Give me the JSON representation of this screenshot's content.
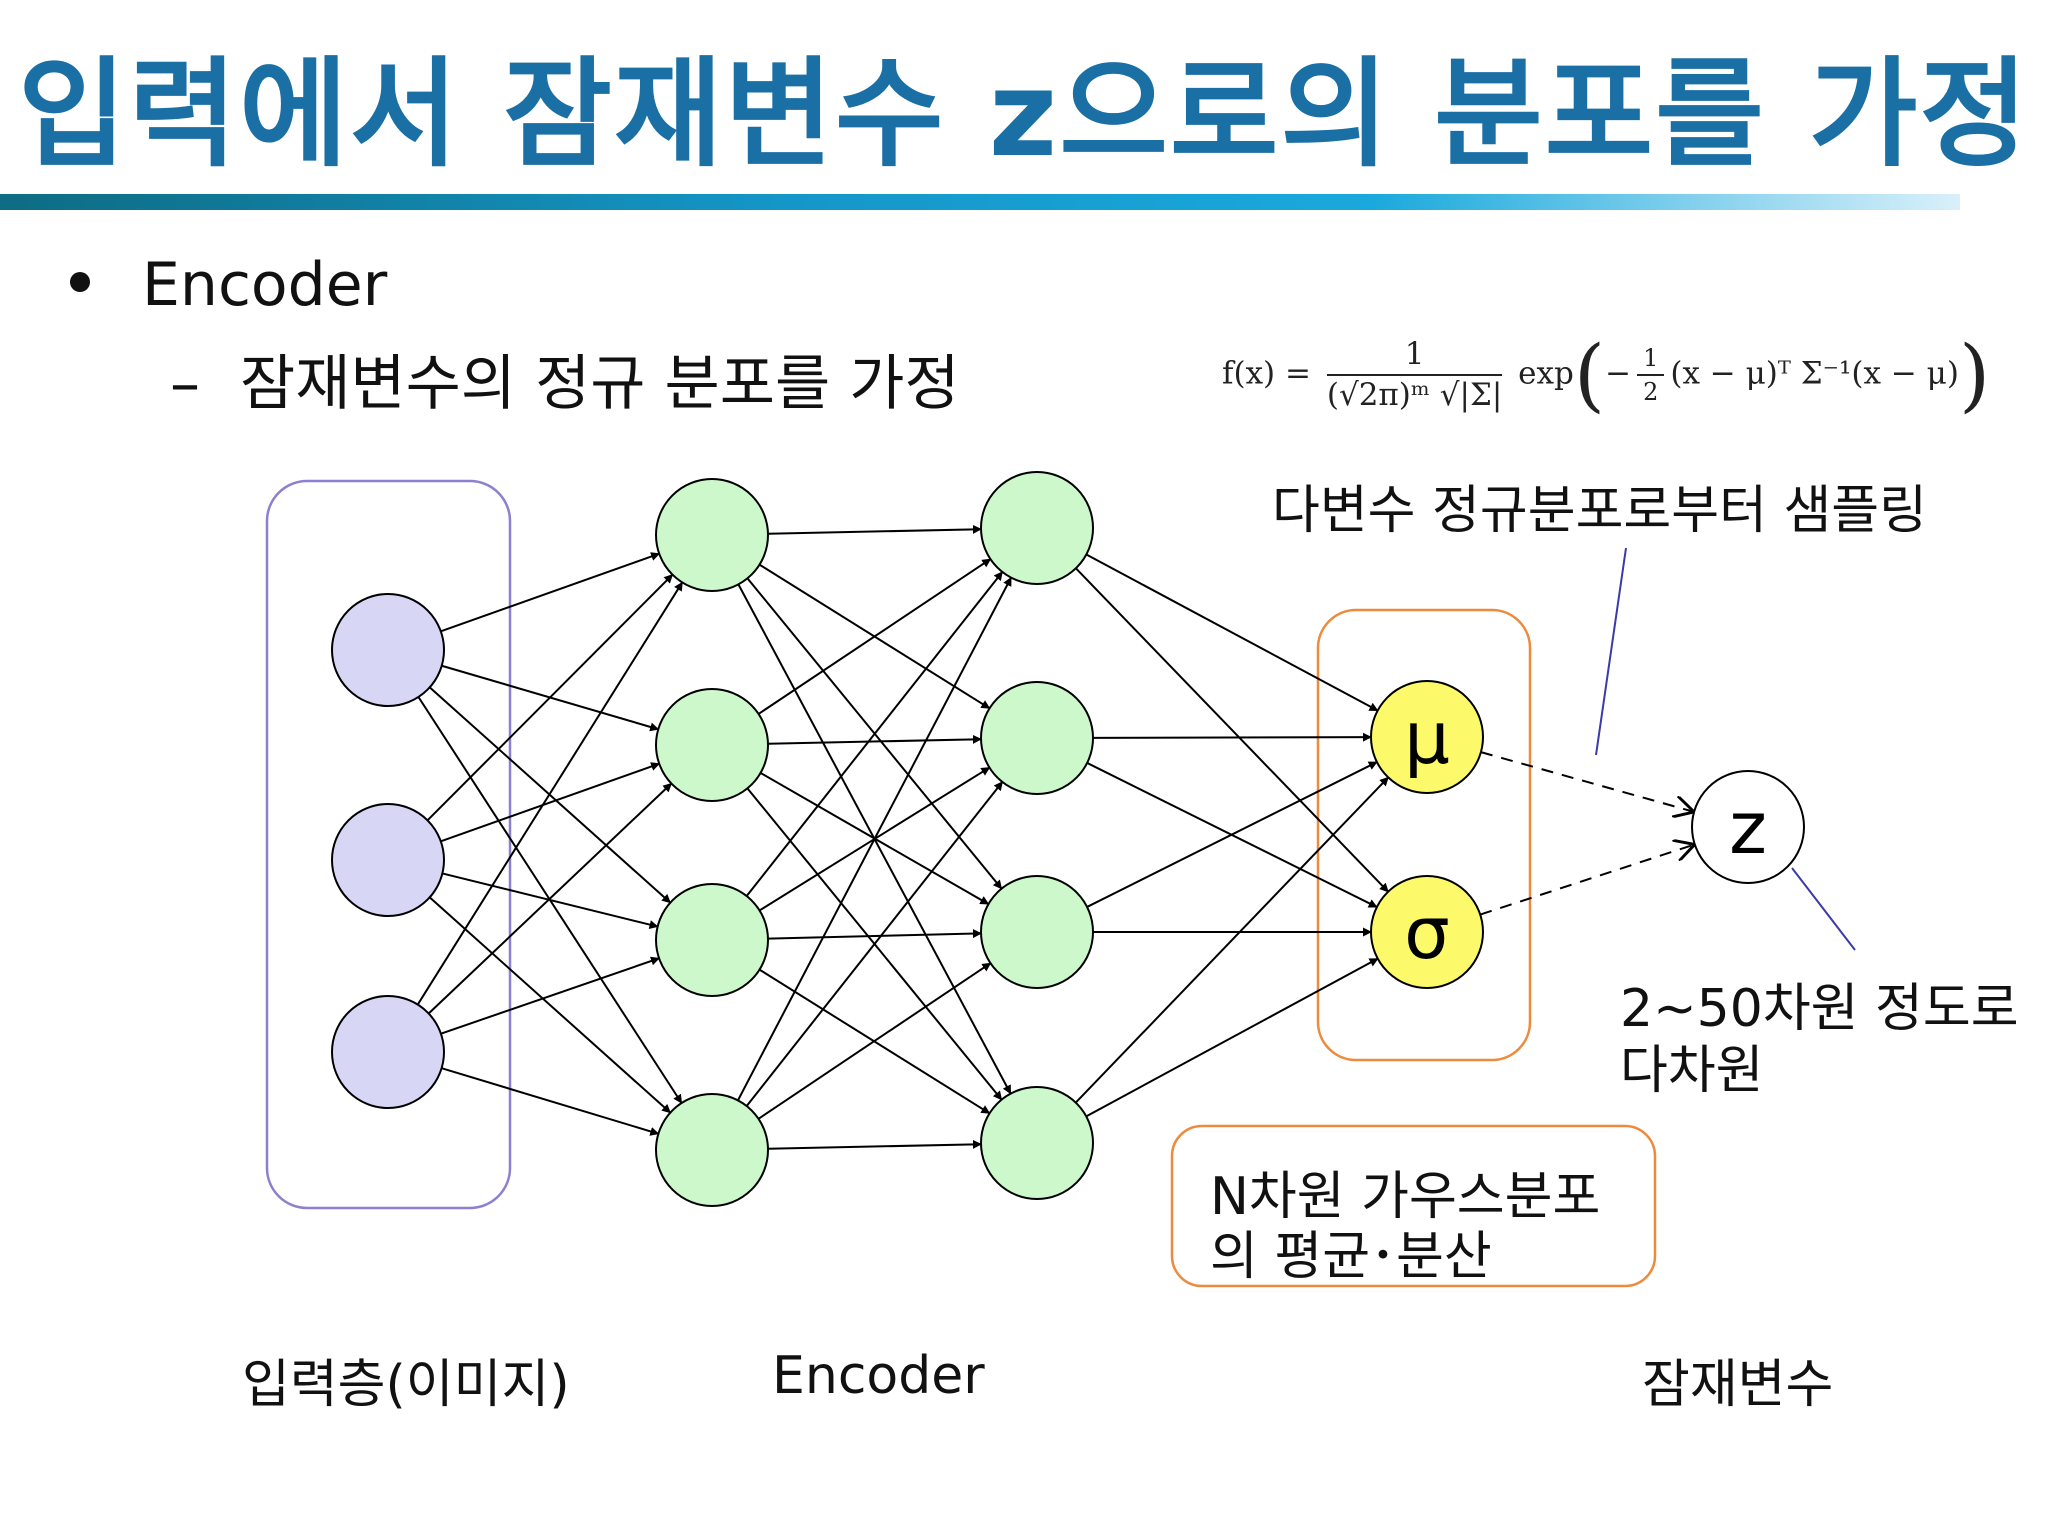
{
  "slide": {
    "title": "입력에서 잠재변수 z으로의 분포를 가정",
    "bullets": [
      {
        "text": "Encoder"
      },
      {
        "dash": "–",
        "text": "잠재변수의 정규 분포를 가정"
      }
    ]
  },
  "formula": {
    "lhs": "f(x) =",
    "numerator": "1",
    "denominator": "(√2π)ᵐ √|Σ|",
    "exp_word": "exp",
    "inner_sign": "−",
    "half_num": "1",
    "half_den": "2",
    "inner_rest": "(x − μ)ᵀ Σ⁻¹(x − μ)"
  },
  "diagram": {
    "input_nodes": [
      "",
      "",
      ""
    ],
    "hidden1_nodes": [
      "",
      "",
      "",
      ""
    ],
    "hidden2_nodes": [
      "",
      "",
      "",
      ""
    ],
    "mu_label": "μ",
    "sigma_label": "σ",
    "z_label": "z",
    "colors": {
      "input_node": "#d8d6f5",
      "hidden_node": "#ccf8cc",
      "param_node": "#fcfa6a",
      "input_box": "#8c80d0",
      "param_box": "#ed8a3c",
      "callout_line": "#3a3aa8"
    }
  },
  "annotations": {
    "sampling": "다변수 정규분포로부터 샘플링",
    "dimension_line1": "2~50차원 정도로",
    "dimension_line2": "다차원",
    "gauss_line1": "N차원 가우스분포",
    "gauss_line2": "의 평균･분산"
  },
  "bottom_labels": {
    "input": "입력층(이미지)",
    "encoder": "Encoder",
    "latent": "잠재변수"
  }
}
